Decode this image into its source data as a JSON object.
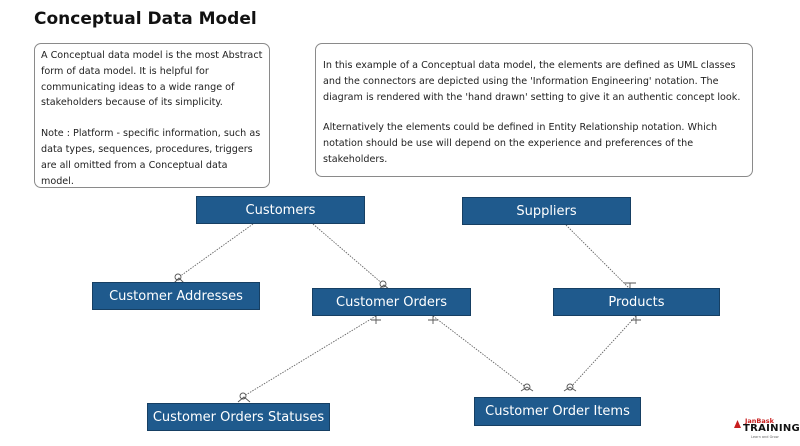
{
  "page": {
    "title": "Conceptual Data Model"
  },
  "notes": {
    "left": {
      "paragraph1": "A Conceptual data model is the most Abstract form of data model. It is helpful for communicating ideas to a wide range of stakeholders because of its simplicity.",
      "paragraph2": "Note : Platform - specific information, such as data types, sequences, procedures, triggers are all omitted from a Conceptual data model."
    },
    "right": {
      "paragraph1": "In this example of a Conceptual data model, the elements are defined as UML classes and the connectors are depicted using the 'Information Engineering' notation. The diagram is rendered with the 'hand drawn' setting to give it an authentic concept look.",
      "paragraph2": "Alternatively the elements could be defined in Entity Relationship notation. Which notation should be use will depend on the experience and preferences of the stakeholders."
    }
  },
  "entities": {
    "customers": "Customers",
    "suppliers": "Suppliers",
    "customer_addresses": "Customer Addresses",
    "customer_orders": "Customer Orders",
    "products": "Products",
    "customer_orders_statuses": "Customer Orders Statuses",
    "customer_order_items": "Customer Order Items"
  },
  "logo": {
    "brand_top": "JanBask",
    "brand_main": "TRAINING",
    "tagline": "Learn and Grow"
  },
  "colors": {
    "entity_fill": "#1f5a8d",
    "entity_text": "#ffffff",
    "connector": "#666666",
    "logo_red": "#c81e1e"
  }
}
